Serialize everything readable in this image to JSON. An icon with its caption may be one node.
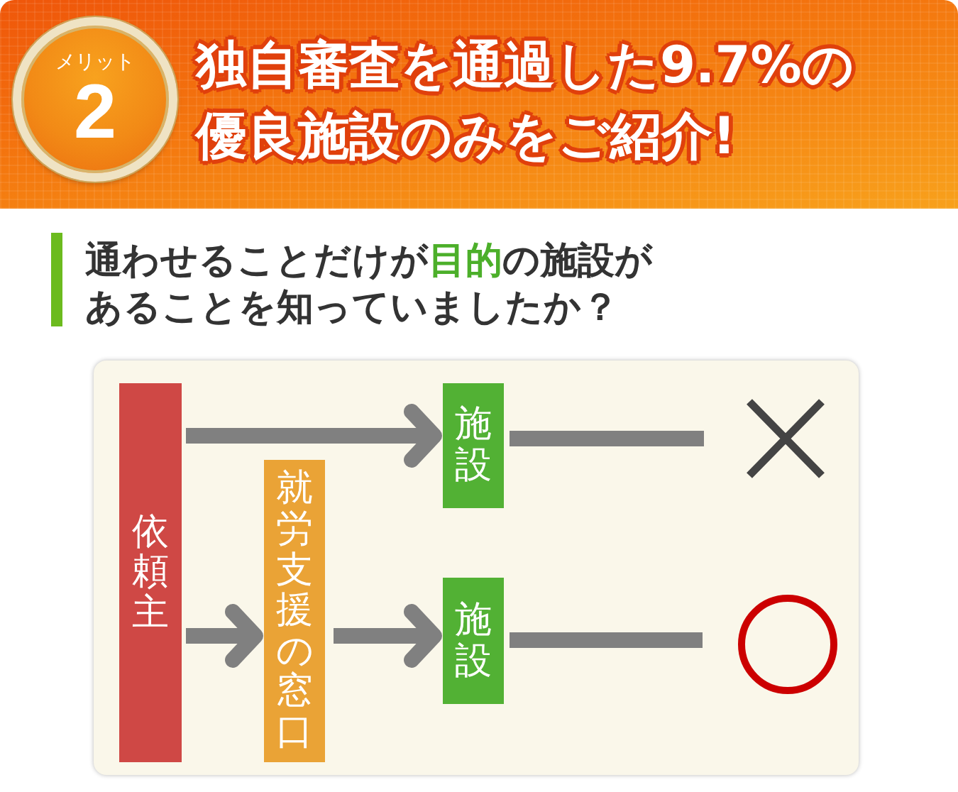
{
  "diagram": {
    "title": "独自審査を通過した9.7%の優良施設のみをご紹介!",
    "nodes": [
      {
        "text": [
          "メリット",
          "2"
        ]
      },
      {
        "text": [
          "依頼主"
        ]
      },
      {
        "text": [
          "就労支援の窓口"
        ]
      },
      {
        "text": [
          "施設"
        ]
      },
      {
        "text": [
          "施設"
        ]
      },
      {
        "text": [],
        "shape": "cross"
      },
      {
        "text": [],
        "shape": "circle"
      }
    ],
    "edges": [
      {
        "from": 1,
        "to": 3,
        "arrow": "to"
      },
      {
        "from": 1,
        "to": 2,
        "arrow": "to"
      },
      {
        "from": 2,
        "to": 4,
        "arrow": "to"
      },
      {
        "from": 3,
        "to": 5,
        "arrow": "none"
      },
      {
        "from": 4,
        "to": 6,
        "arrow": "none"
      }
    ],
    "labels": [
      "通わせることだけが**目的**の施設があることを知っていましたか？"
    ]
  }
}
